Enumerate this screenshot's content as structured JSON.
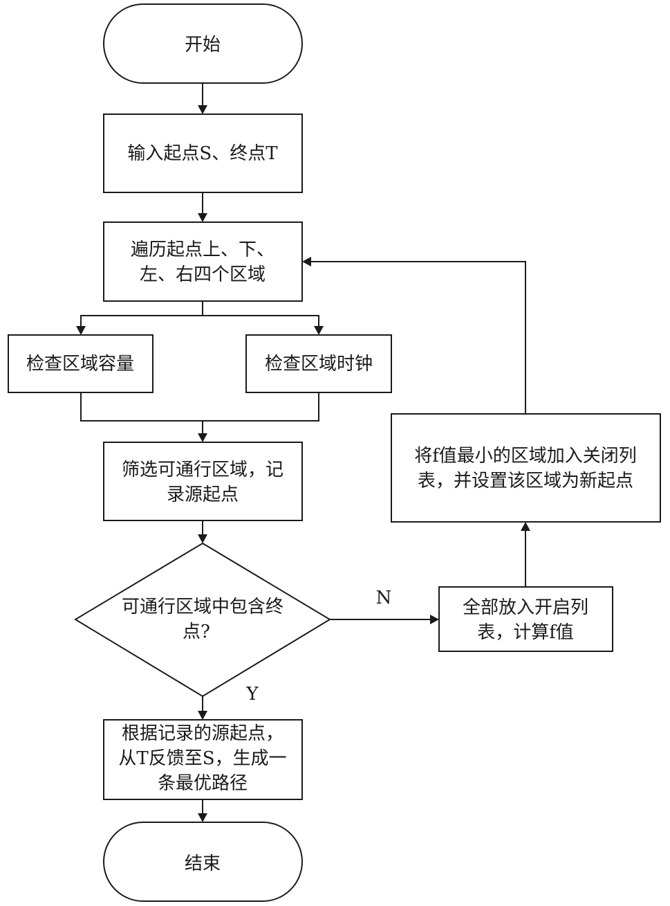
{
  "flowchart": {
    "start": {
      "label": "开始"
    },
    "input": {
      "label": "输入起点S、终点T"
    },
    "traverse": {
      "line1": "遍历起点上、下、",
      "line2": "左、右四个区域"
    },
    "check_capacity": {
      "label": "检查区域容量"
    },
    "check_clock": {
      "label": "检查区域时钟"
    },
    "filter": {
      "line1": "筛选可通行区域，记",
      "line2": "录源起点"
    },
    "decision": {
      "line1": "可通行区域中包含终",
      "line2": "点?"
    },
    "open_list": {
      "line1": "全部放入开启列",
      "line2": "表，计算f值"
    },
    "close_list": {
      "line1": "将f值最小的区域加入关闭列",
      "line2": "表，并设置该区域为新起点"
    },
    "backtrack": {
      "line1": "根据记录的源起点，",
      "line2": "从T反馈至S，生成一",
      "line3": "条最优路径"
    },
    "end": {
      "label": "结束"
    },
    "edge_labels": {
      "no": "N",
      "yes": "Y"
    }
  }
}
